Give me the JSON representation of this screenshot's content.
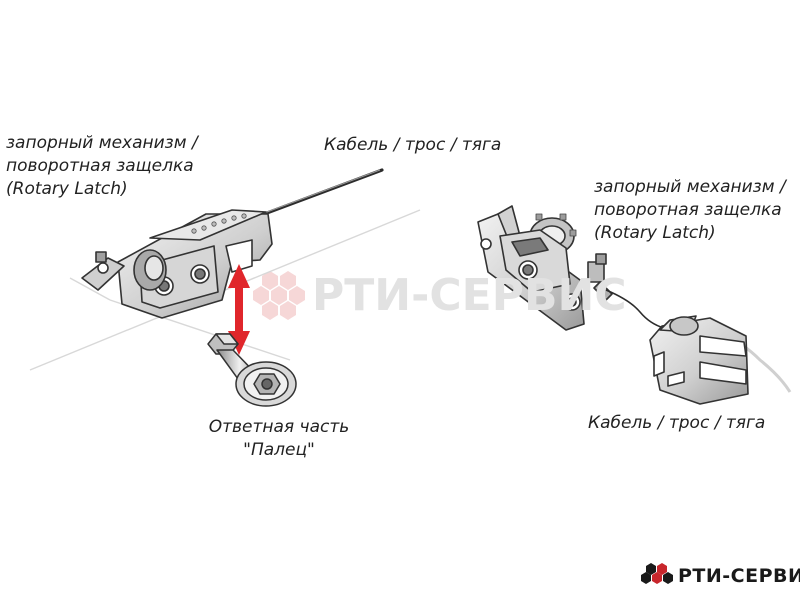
{
  "left_latch_label": {
    "line1": "запорный механизм /",
    "line2": "поворотная защелка",
    "line3": "(Rotary Latch)"
  },
  "cable_label_top": "Кабель / трос / тяга",
  "striker_label": {
    "line1": "Ответная часть",
    "line2": "\"Палец\""
  },
  "right_latch_label": {
    "line1": "запорный механизм /",
    "line2": "поворотная защелка",
    "line3": "(Rotary Latch)"
  },
  "cable_label_right": "Кабель / трос / тяга",
  "watermark": {
    "text": "РТИ-СЕРВИС"
  },
  "brand": {
    "name": "РТИ-СЕРВИС"
  },
  "colors": {
    "arrow": "#e0262b",
    "brand_red": "#c8262c",
    "brand_dark": "#1a1a1a",
    "metal_light": "#e6e6e6",
    "metal_mid": "#bdbdbd",
    "metal_dark": "#6f6f6f",
    "outline": "#333333"
  }
}
